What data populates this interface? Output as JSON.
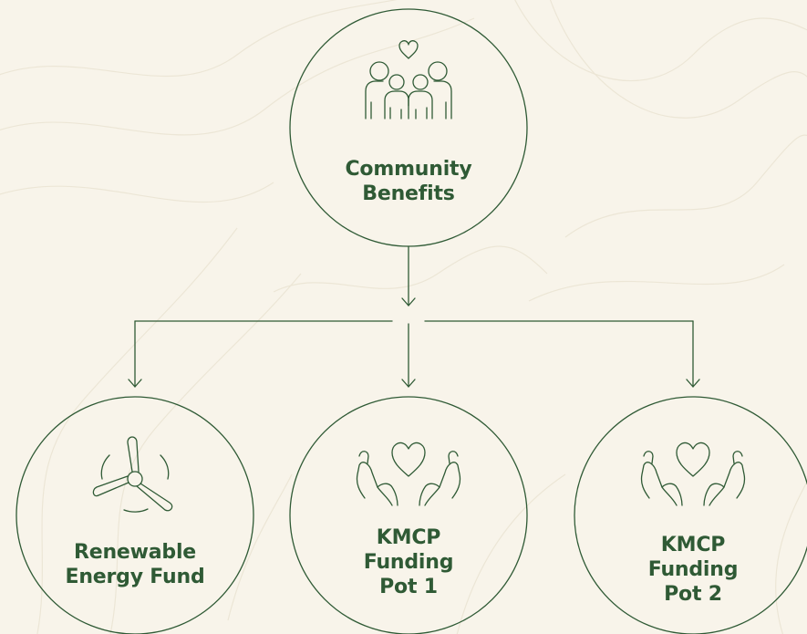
{
  "colors": {
    "background": "#f8f4ea",
    "ink": "#2f5a35",
    "contour": "#ece6d6"
  },
  "nodes": {
    "top": {
      "icon": "family-heart-icon",
      "label_lines": [
        "Community",
        "Benefits"
      ]
    },
    "left": {
      "icon": "wind-turbine-icon",
      "label_lines": [
        "Renewable",
        "Energy Fund"
      ]
    },
    "middle": {
      "icon": "hands-heart-icon",
      "label_lines": [
        "KMCP",
        "Funding",
        "Pot 1"
      ]
    },
    "right": {
      "icon": "hands-heart-icon",
      "label_lines": [
        "KMCP",
        "Funding",
        "Pot 2"
      ]
    }
  }
}
